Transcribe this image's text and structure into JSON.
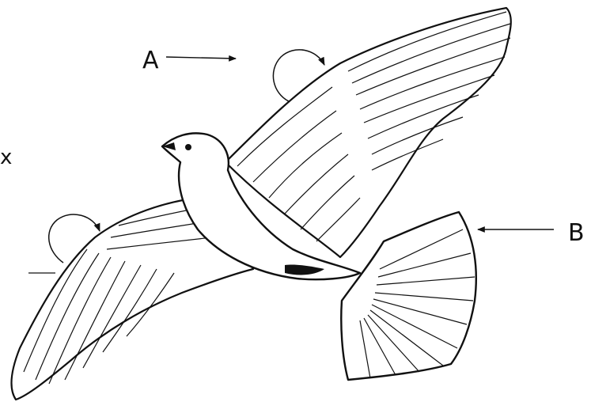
{
  "labels": {
    "a": "A",
    "b": "B",
    "edge": "x"
  },
  "colors": {
    "ink": "#111111",
    "paper": "#ffffff"
  },
  "icons": [
    "bird-illustration",
    "rotation-arrow-icon",
    "pointer-arrow-icon"
  ]
}
